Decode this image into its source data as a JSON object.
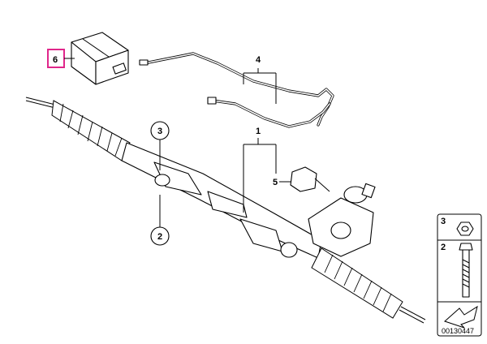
{
  "diagram": {
    "callouts": [
      {
        "id": "callout-6",
        "label": "6",
        "highlighted": true
      },
      {
        "id": "callout-4",
        "label": "4"
      },
      {
        "id": "callout-3",
        "label": "3"
      },
      {
        "id": "callout-1",
        "label": "1"
      },
      {
        "id": "callout-5",
        "label": "5"
      },
      {
        "id": "callout-2",
        "label": "2"
      }
    ],
    "legend": {
      "items": [
        {
          "label": "3",
          "part": "nut-icon"
        },
        {
          "label": "2",
          "part": "bolt-icon"
        }
      ],
      "drawing_number": "00130447"
    },
    "highlight_color": "#e0268a"
  }
}
